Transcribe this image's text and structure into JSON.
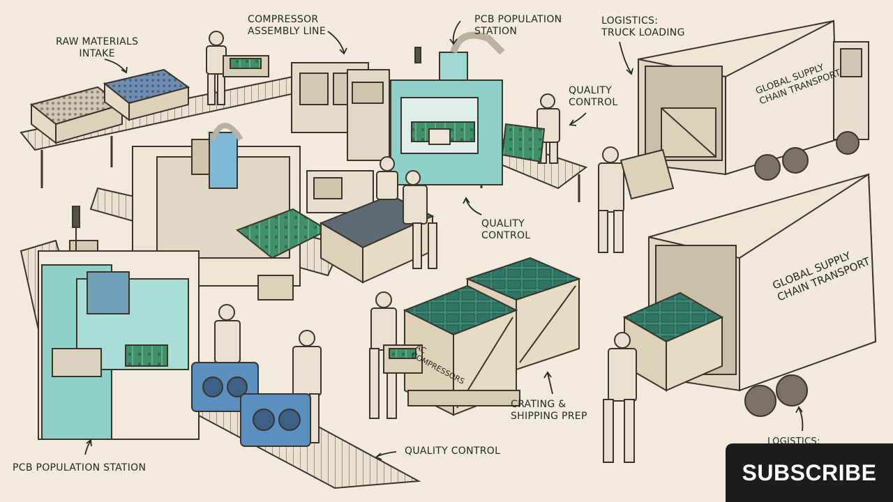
{
  "labels": {
    "raw_materials": "RAW MATERIALS\nINTAKE",
    "compressor_line": "COMPRESSOR\nASSEMBLY LINE",
    "pcb_station_top": "PCB POPULATION\nSTATION",
    "logistics_top": "LOGISTICS:\nTRUCK LOADING",
    "qc_top": "QUALITY\nCONTROL",
    "qc_middle": "QUALITY\nCONTROL",
    "qc_bottom": "QUALITY CONTROL",
    "pcb_station_bottom": "PCB POPULATION STATION",
    "crating": "CRATING &\nSHIPPING PREP",
    "logistics_bottom": "LOGISTICS:"
  },
  "signs": {
    "truck_top": "GLOBAL SUPPLY\nCHAIN TRANSPORT",
    "truck_bottom": "GLOBAL SUPPLY\nCHAIN TRANSPORT",
    "crate": "AC\nCOMPRESSORS"
  },
  "subscribe": {
    "label": "SUBSCRIBE"
  },
  "colors": {
    "paper": "#f1ebdd",
    "ink": "#2a2620",
    "teal": "#7ccfc4",
    "pcb_green": "#3f8f6a",
    "compressor_blue": "#5b8fbf",
    "button": "#1d1d1d"
  }
}
